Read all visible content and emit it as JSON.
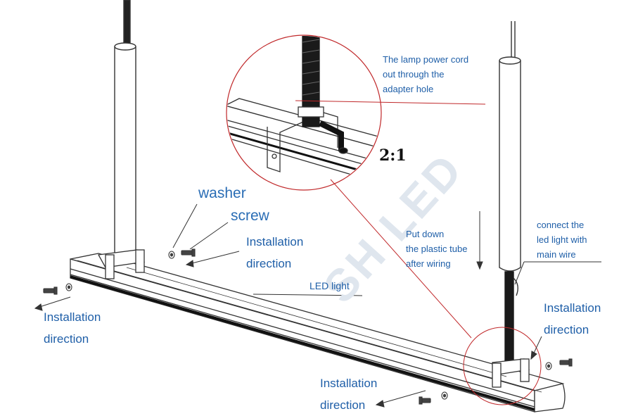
{
  "watermark": "SH LED",
  "scale_label": "2:1",
  "labels": {
    "washer": "washer",
    "screw": "screw",
    "power_cord": [
      "The lamp power cord",
      "out through the",
      "adapter hole"
    ],
    "plastic_tube": [
      "Put down",
      "the plastic tube",
      "after wiring"
    ],
    "connect_wire": [
      "connect the",
      "led light with",
      "main wire"
    ],
    "led_light": "LED light",
    "install_center": [
      "Installation",
      "direction"
    ],
    "install_left": [
      "Installation",
      "direction"
    ],
    "install_right": [
      "Installation",
      "direction"
    ],
    "install_bottom": [
      "Installation",
      "direction"
    ]
  },
  "colors": {
    "label_blue": "#1f5fa8",
    "detail_circle": "#c0282a",
    "line_art": "#333333"
  }
}
